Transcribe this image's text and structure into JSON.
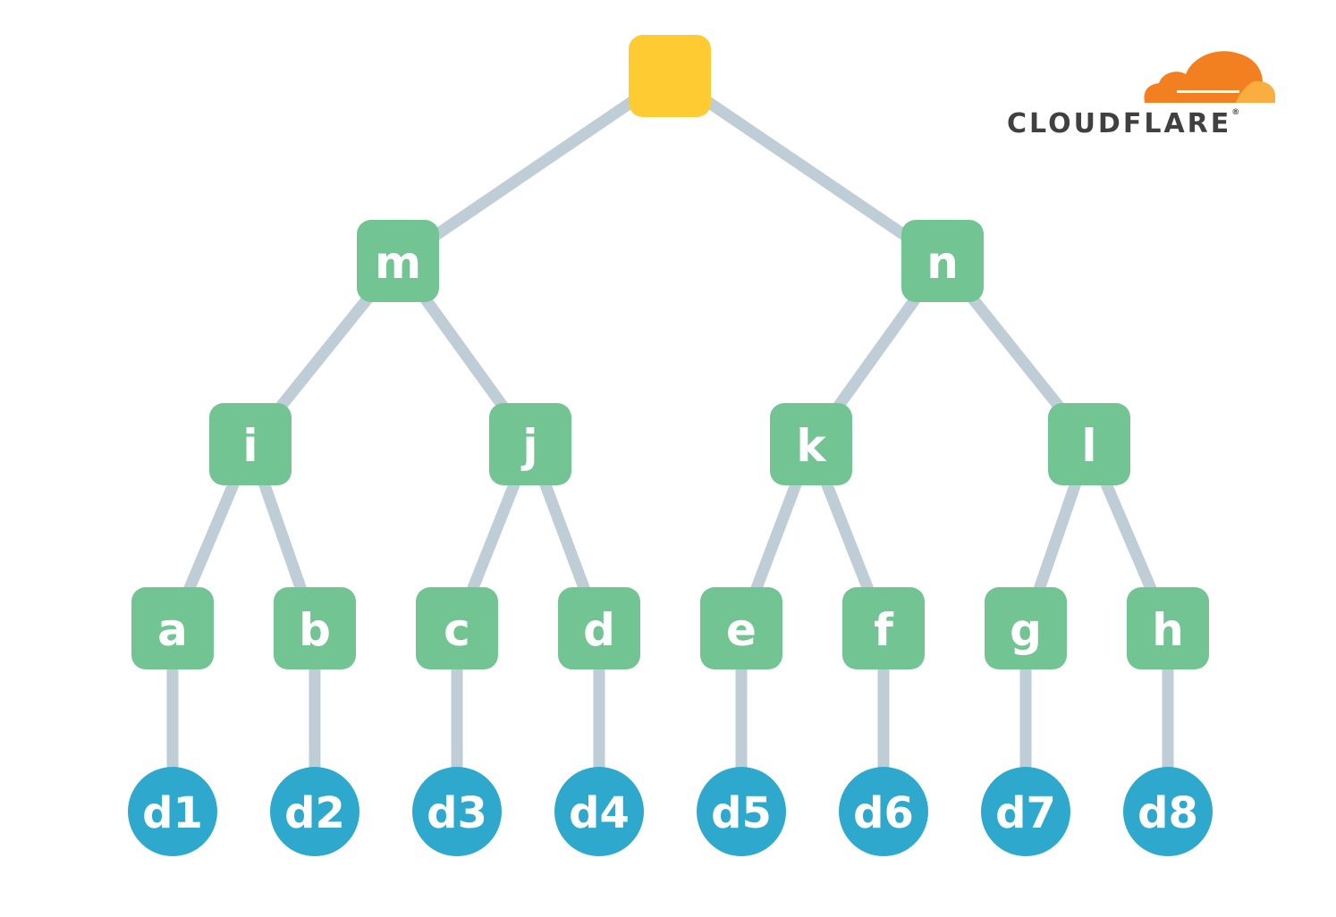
{
  "diagram": {
    "type": "merkle-tree",
    "colors": {
      "root": "#fecb33",
      "inner": "#73c493",
      "leaf": "#2fa8ce",
      "edge": "#bfcdd6",
      "label": "#ffffff"
    },
    "root": {
      "id": "root",
      "label": ""
    },
    "levels": [
      [
        {
          "id": "m",
          "label": "m",
          "parent": "root"
        },
        {
          "id": "n",
          "label": "n",
          "parent": "root"
        }
      ],
      [
        {
          "id": "i",
          "label": "i",
          "parent": "m"
        },
        {
          "id": "j",
          "label": "j",
          "parent": "m"
        },
        {
          "id": "k",
          "label": "k",
          "parent": "n"
        },
        {
          "id": "l",
          "label": "l",
          "parent": "n"
        }
      ],
      [
        {
          "id": "a",
          "label": "a",
          "parent": "i"
        },
        {
          "id": "b",
          "label": "b",
          "parent": "i"
        },
        {
          "id": "c",
          "label": "c",
          "parent": "j"
        },
        {
          "id": "d",
          "label": "d",
          "parent": "j"
        },
        {
          "id": "e",
          "label": "e",
          "parent": "k"
        },
        {
          "id": "f",
          "label": "f",
          "parent": "k"
        },
        {
          "id": "g",
          "label": "g",
          "parent": "l"
        },
        {
          "id": "h",
          "label": "h",
          "parent": "l"
        }
      ]
    ],
    "leaves": [
      {
        "id": "d1",
        "label": "d1",
        "parent": "a"
      },
      {
        "id": "d2",
        "label": "d2",
        "parent": "b"
      },
      {
        "id": "d3",
        "label": "d3",
        "parent": "c"
      },
      {
        "id": "d4",
        "label": "d4",
        "parent": "d"
      },
      {
        "id": "d5",
        "label": "d5",
        "parent": "e"
      },
      {
        "id": "d6",
        "label": "d6",
        "parent": "f"
      },
      {
        "id": "d7",
        "label": "d7",
        "parent": "g"
      },
      {
        "id": "d8",
        "label": "d8",
        "parent": "h"
      }
    ]
  },
  "logo": {
    "text": "CLOUDFLARE",
    "registered": "®",
    "cloud_colors": {
      "main": "#f38020",
      "secondary": "#faae40"
    }
  }
}
